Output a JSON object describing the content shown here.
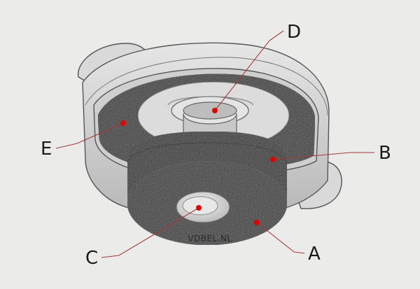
{
  "diagram": {
    "labels": [
      {
        "id": "A",
        "text": "A"
      },
      {
        "id": "B",
        "text": "B"
      },
      {
        "id": "C",
        "text": "C"
      },
      {
        "id": "D",
        "text": "D"
      },
      {
        "id": "E",
        "text": "E"
      }
    ],
    "watermark": "VDBEL.NL",
    "colors": {
      "background": "#ebebea",
      "housing": "#d6d6d6",
      "rubber": "#222222",
      "rubber_light": "#3a3a3a",
      "metal": "#cfcfcf",
      "leader": "#a33a3a",
      "marker": "#e00000"
    }
  }
}
